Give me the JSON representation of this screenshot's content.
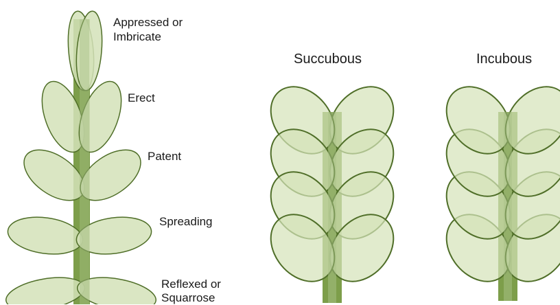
{
  "colors": {
    "leaf_fill": "#d4e2b8",
    "leaf_stroke": "#4f6e28",
    "stem": "#7d9e4a",
    "stem_overlay": "#a9c188",
    "text": "#1a1a1a"
  },
  "left_panel": {
    "labels": {
      "appressed": "Appressed or",
      "imbricate": "Imbricate",
      "erect": "Erect",
      "patent": "Patent",
      "spreading": "Spreading",
      "reflexed": "Reflexed or",
      "squarrose": "Squarrose"
    }
  },
  "succubous": {
    "title": "Succubous"
  },
  "incubous": {
    "title": "Incubous"
  }
}
